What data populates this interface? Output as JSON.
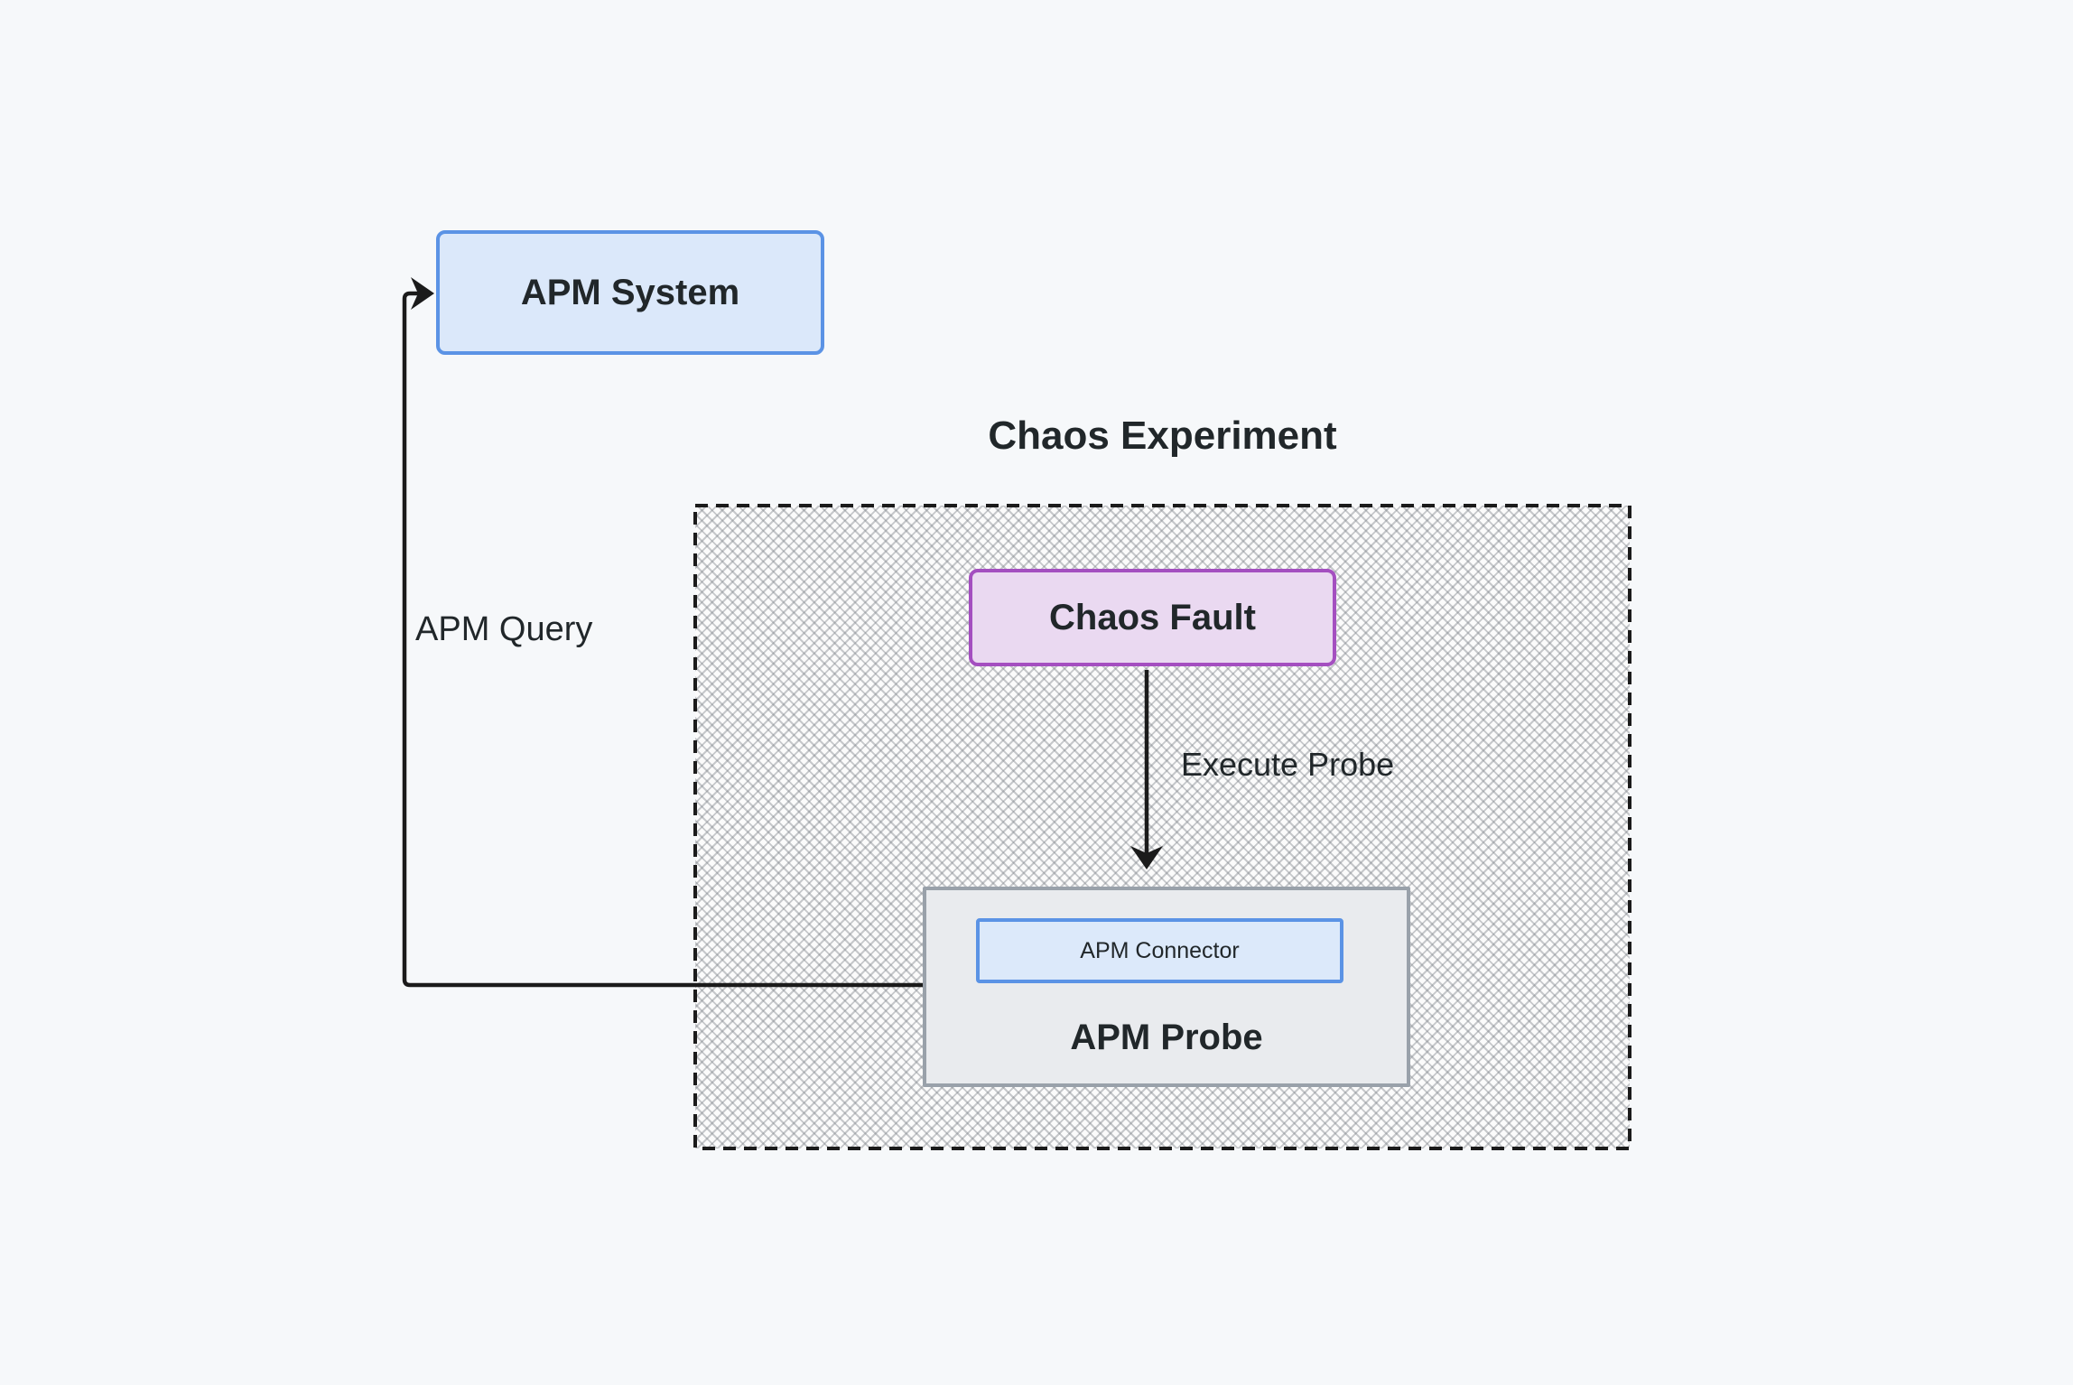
{
  "diagram": {
    "background_color": "#f6f8fa",
    "text_color": "#21272a",
    "container": {
      "title": "Chaos Experiment",
      "border_style": "dashed",
      "border_color": "#1b1b1b",
      "fill_pattern": "diagonal-crosshatch"
    },
    "nodes": {
      "apm_system": {
        "label": "APM System",
        "fill": "#dbe8fa",
        "border_color": "#5b93e5"
      },
      "chaos_fault": {
        "label": "Chaos Fault",
        "fill": "#ead9f1",
        "border_color": "#a44fc0"
      },
      "apm_probe": {
        "label": "APM Probe",
        "fill": "#e9ebee",
        "border_color": "#99a1aa"
      },
      "apm_connector": {
        "label": "APM Connector",
        "fill": "#dce9fa",
        "border_color": "#5b93e5"
      }
    },
    "edges": [
      {
        "from": "chaos_fault",
        "to": "apm_probe",
        "label": "Execute Probe",
        "color": "#1b1b1b"
      },
      {
        "from": "apm_probe",
        "to": "apm_system",
        "label": "APM Query",
        "color": "#1b1b1b"
      }
    ],
    "edge_labels": {
      "execute_probe": "Execute Probe",
      "apm_query": "APM Query"
    }
  }
}
